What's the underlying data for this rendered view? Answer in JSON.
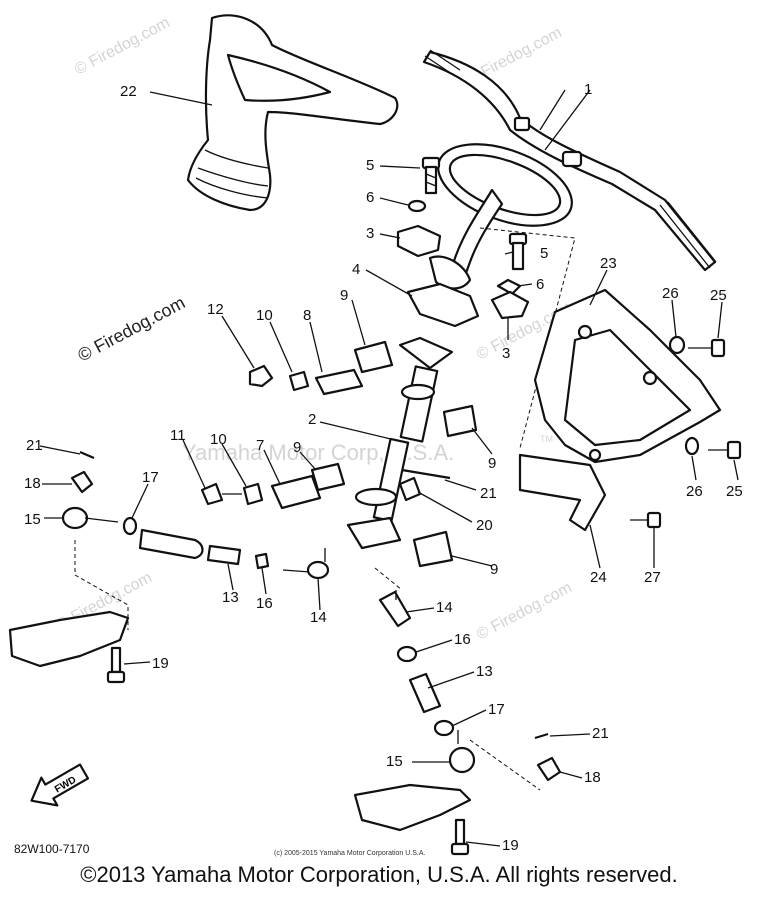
{
  "watermarks": {
    "firedog_top_left": "© Firedog.com",
    "firedog_top_right": "© Firedog.com",
    "firedog_mid_left": "© Firedog.com",
    "firedog_center": "© Firedog.com",
    "firedog_lower_left": "© Firedog.com",
    "firedog_lower_right": "© Firedog.com",
    "yamaha_center": "Yamaha Motor Corp, U.S.A.",
    "tm_mark": "TM"
  },
  "callouts": {
    "p1": "1",
    "p2": "2",
    "p3a": "3",
    "p3b": "3",
    "p4": "4",
    "p5a": "5",
    "p5b": "5",
    "p6a": "6",
    "p6b": "6",
    "p7": "7",
    "p8": "8",
    "p9a": "9",
    "p9b": "9",
    "p9c": "9",
    "p9d": "9",
    "p10a": "10",
    "p10b": "10",
    "p11": "11",
    "p12": "12",
    "p13a": "13",
    "p13b": "13",
    "p14a": "14",
    "p14b": "14",
    "p15a": "15",
    "p15b": "15",
    "p16a": "16",
    "p16b": "16",
    "p17a": "17",
    "p17b": "17",
    "p18a": "18",
    "p18b": "18",
    "p19a": "19",
    "p19b": "19",
    "p20": "20",
    "p21a": "21",
    "p21b": "21",
    "p21c": "21",
    "p22": "22",
    "p23": "23",
    "p24": "24",
    "p25a": "25",
    "p25b": "25",
    "p26a": "26",
    "p26b": "26",
    "p27": "27"
  },
  "fwd_label": "FWD",
  "diagram_code": "82W100-7170",
  "small_copyright": "(c) 2005-2015 Yamaha Motor Corporation U.S.A.",
  "footer_copyright": "©2013 Yamaha Motor Corporation, U.S.A. All rights reserved."
}
